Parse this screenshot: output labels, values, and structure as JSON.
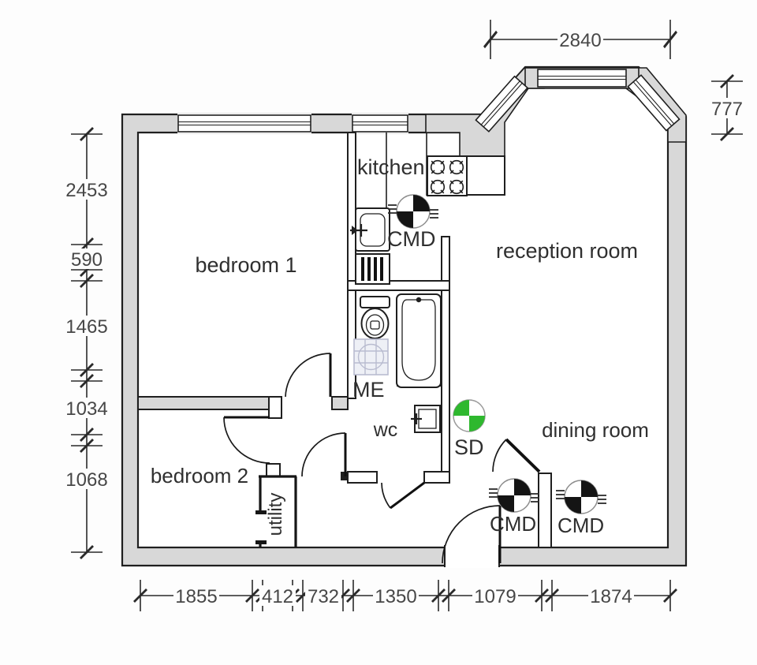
{
  "title": "flat-floor-plan",
  "colors": {
    "wall_fill": "#d8d8d8",
    "floor_fill": "#ffffff",
    "line": "#1f1f1f",
    "detector_black": "#141414",
    "smoke_green": "#2eb82e",
    "room_text": "#2f2f2f",
    "dim_text": "#474747"
  },
  "rooms": {
    "bedroom1": "bedroom 1",
    "bedroom2": "bedroom 2",
    "kitchen": "kitchen",
    "reception": "reception room",
    "dining": "dining room",
    "wc": "wc",
    "utility": "utility"
  },
  "devices": {
    "cmd_kitchen": "CMD",
    "cmd_hall": "CMD",
    "cmd_dining": "CMD",
    "smoke": "SD",
    "meter": "ME"
  },
  "dims": {
    "top": [
      "2840"
    ],
    "right": [
      "777"
    ],
    "left": [
      "2453",
      "590",
      "1465",
      "1034",
      "1068"
    ],
    "bottom": [
      "1855",
      "412",
      "732",
      "1350",
      "1079",
      "1874"
    ]
  }
}
